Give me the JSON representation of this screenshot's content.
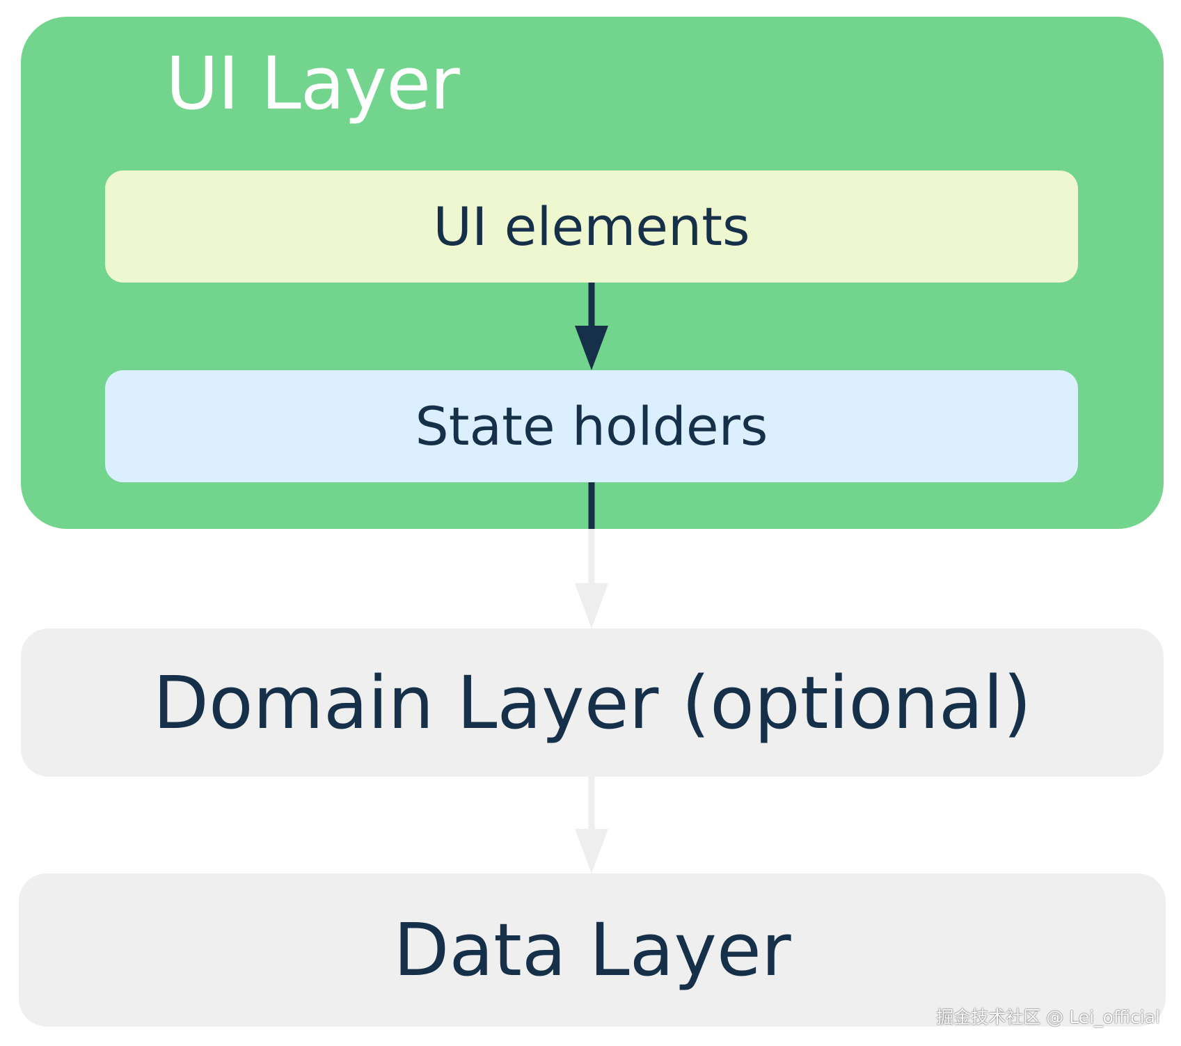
{
  "diagram": {
    "ui_layer": {
      "title": "UI Layer",
      "elements_label": "UI elements",
      "state_holders_label": "State holders"
    },
    "domain_layer_label": "Domain Layer (optional)",
    "data_layer_label": "Data Layer"
  },
  "watermark": "掘金技术社区 @ Lei_official",
  "colors": {
    "ui_layer_bg": "#72d48d",
    "ui_elements_bg": "#eff7d1",
    "state_holders_bg": "#dcefff",
    "layer_bg": "#efefef",
    "text": "#17304a",
    "arrow_dark": "#17304a",
    "arrow_light": "#eeeeee"
  }
}
